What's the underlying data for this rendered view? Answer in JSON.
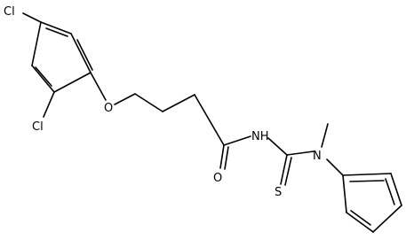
{
  "molecule": {
    "atom_labels": {
      "cl_top": "Cl",
      "cl_bottom": "Cl",
      "ether_o": "O",
      "carbonyl_o": "O",
      "amide_n": "NH",
      "thio_s": "S",
      "amine_n": "N"
    },
    "colors": {
      "bond": "#000000",
      "label": "#000000",
      "background": "#ffffff"
    }
  }
}
